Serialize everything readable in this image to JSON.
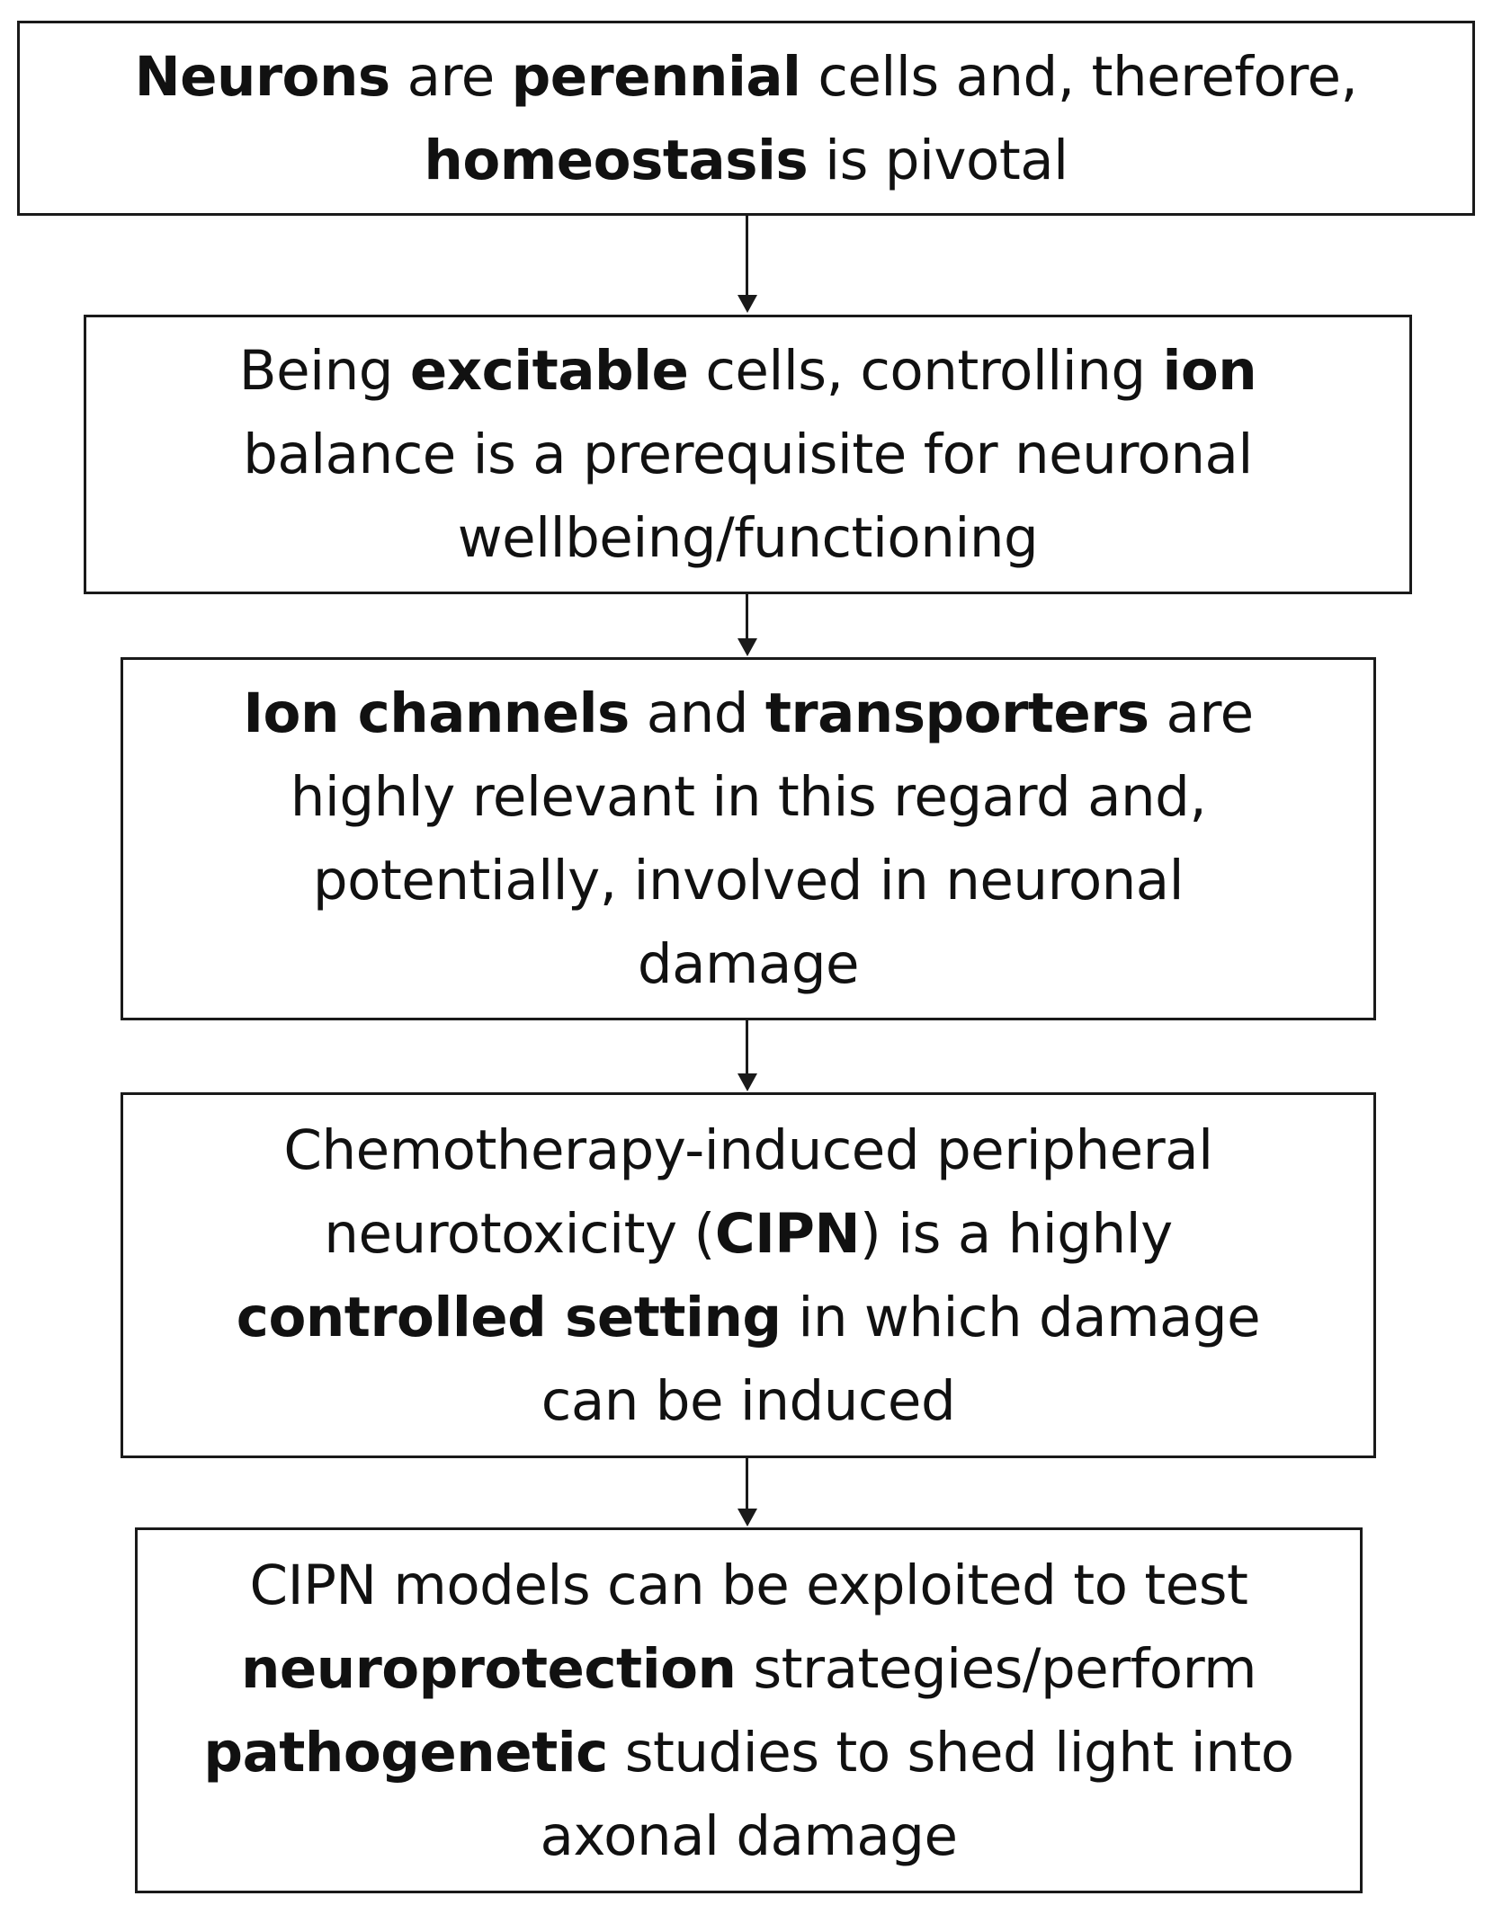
{
  "diagram": {
    "boxes": [
      {
        "lines": [
          [
            {
              "text": "Neurons",
              "bold": true
            },
            {
              "text": " are ",
              "bold": false
            },
            {
              "text": "perennial",
              "bold": true
            },
            {
              "text": " cells and, therefore,",
              "bold": false
            }
          ],
          [
            {
              "text": "homeostasis",
              "bold": true
            },
            {
              "text": " is pivotal",
              "bold": false
            }
          ]
        ]
      },
      {
        "lines": [
          [
            {
              "text": "Being ",
              "bold": false
            },
            {
              "text": "excitable",
              "bold": true
            },
            {
              "text": " cells, controlling ",
              "bold": false
            },
            {
              "text": "ion",
              "bold": true
            }
          ],
          [
            {
              "text": "balance is a prerequisite for neuronal",
              "bold": false
            }
          ],
          [
            {
              "text": "wellbeing/functioning",
              "bold": false
            }
          ]
        ]
      },
      {
        "lines": [
          [
            {
              "text": "Ion channels",
              "bold": true
            },
            {
              "text": " and ",
              "bold": false
            },
            {
              "text": "transporters",
              "bold": true
            },
            {
              "text": " are",
              "bold": false
            }
          ],
          [
            {
              "text": "highly relevant in this regard and,",
              "bold": false
            }
          ],
          [
            {
              "text": "potentially, involved in neuronal",
              "bold": false
            }
          ],
          [
            {
              "text": "damage",
              "bold": false
            }
          ]
        ]
      },
      {
        "lines": [
          [
            {
              "text": "Chemotherapy-induced peripheral",
              "bold": false
            }
          ],
          [
            {
              "text": "neurotoxicity (",
              "bold": false
            },
            {
              "text": "CIPN",
              "bold": true
            },
            {
              "text": ") is a highly",
              "bold": false
            }
          ],
          [
            {
              "text": "controlled setting",
              "bold": true
            },
            {
              "text": " in which damage",
              "bold": false
            }
          ],
          [
            {
              "text": "can be induced",
              "bold": false
            }
          ]
        ]
      },
      {
        "lines": [
          [
            {
              "text": "CIPN models can be exploited to test",
              "bold": false
            }
          ],
          [
            {
              "text": "neuroprotection",
              "bold": true
            },
            {
              "text": " strategies/perform",
              "bold": false
            }
          ],
          [
            {
              "text": "pathogenetic",
              "bold": true
            },
            {
              "text": " studies to shed light into",
              "bold": false
            }
          ],
          [
            {
              "text": "axonal damage",
              "bold": false
            }
          ]
        ]
      }
    ]
  }
}
